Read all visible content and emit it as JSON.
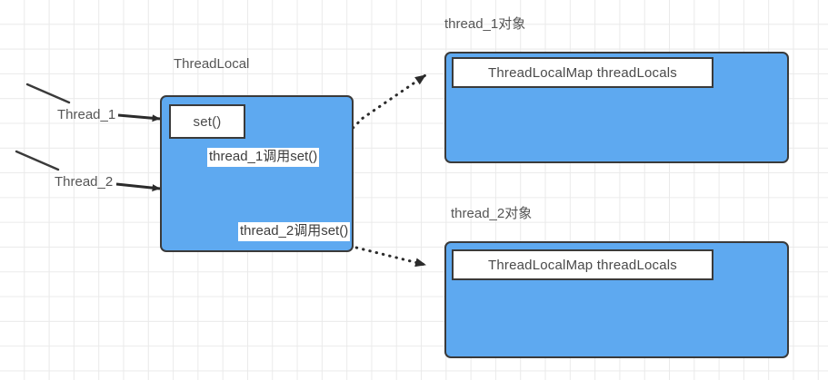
{
  "diagram": {
    "title_threadlocal": "ThreadLocal",
    "thread1_object_label": "thread_1对象",
    "thread2_object_label": "thread_2对象",
    "thread1_arrow_label": "Thread_1",
    "thread2_arrow_label": "Thread_2",
    "set_method_label": "set()",
    "threadlocalmap_label_1": "ThreadLocalMap  threadLocals",
    "threadlocalmap_label_2": "ThreadLocalMap  threadLocals",
    "edge_label_thread1": "thread_1调用set()",
    "edge_label_thread2": "thread_2调用set()",
    "colors": {
      "box_fill": "#5EA9F0",
      "box_stroke": "#3a3a3a",
      "grid_line": "#eaeaea",
      "text_gray": "#555555",
      "arrow_black": "#2b2b2b"
    }
  }
}
